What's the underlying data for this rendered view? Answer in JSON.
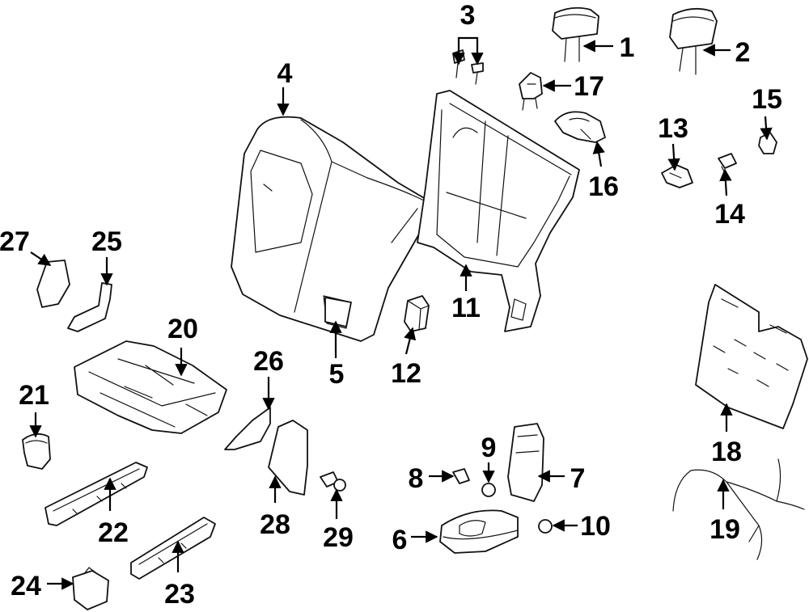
{
  "callouts": [
    {
      "id": "c1",
      "label": "1"
    },
    {
      "id": "c2",
      "label": "2"
    },
    {
      "id": "c3",
      "label": "3"
    },
    {
      "id": "c4",
      "label": "4"
    },
    {
      "id": "c5",
      "label": "5"
    },
    {
      "id": "c6",
      "label": "6"
    },
    {
      "id": "c7",
      "label": "7"
    },
    {
      "id": "c8",
      "label": "8"
    },
    {
      "id": "c9",
      "label": "9"
    },
    {
      "id": "c10",
      "label": "10"
    },
    {
      "id": "c11",
      "label": "11"
    },
    {
      "id": "c12",
      "label": "12"
    },
    {
      "id": "c13",
      "label": "13"
    },
    {
      "id": "c14",
      "label": "14"
    },
    {
      "id": "c15",
      "label": "15"
    },
    {
      "id": "c16",
      "label": "16"
    },
    {
      "id": "c17",
      "label": "17"
    },
    {
      "id": "c18",
      "label": "18"
    },
    {
      "id": "c19",
      "label": "19"
    },
    {
      "id": "c20",
      "label": "20"
    },
    {
      "id": "c21",
      "label": "21"
    },
    {
      "id": "c22",
      "label": "22"
    },
    {
      "id": "c23",
      "label": "23"
    },
    {
      "id": "c24",
      "label": "24"
    },
    {
      "id": "c25",
      "label": "25"
    },
    {
      "id": "c26",
      "label": "26"
    },
    {
      "id": "c27",
      "label": "27"
    },
    {
      "id": "c28",
      "label": "28"
    },
    {
      "id": "c29",
      "label": "29"
    }
  ]
}
